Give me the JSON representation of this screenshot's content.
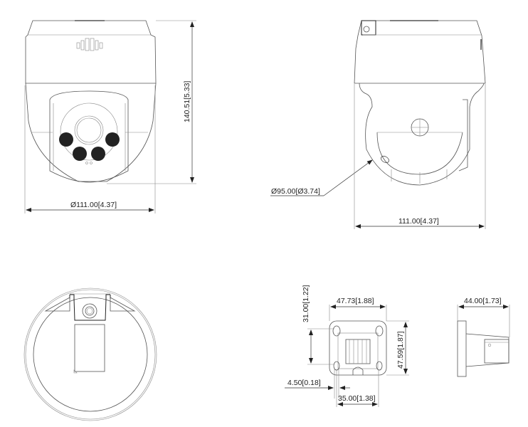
{
  "drawing": {
    "front_view": {
      "width_label": "Ø111.00[4.37]",
      "height_label": "140.51[5.33]"
    },
    "side_view": {
      "ball_diameter_label": "Ø95.00[Ø3.74]",
      "width_label": "111.00[4.37]"
    },
    "mount_plate": {
      "width_label": "47.73[1.88]",
      "height_label": "47.59[1.87]",
      "hole_spacing_vertical_label": "31.00[1.22]",
      "hole_diameter_label": "4.50[0.18]",
      "hole_spacing_horizontal_label": "35.00[1.38]"
    },
    "mount_side": {
      "depth_label": "44.00[1.73]"
    }
  }
}
